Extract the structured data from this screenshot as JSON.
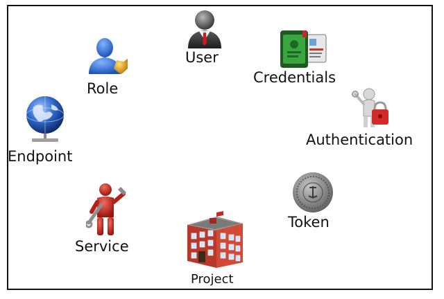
{
  "concepts": {
    "user": {
      "label": "User",
      "icon": "user-icon"
    },
    "role": {
      "label": "Role",
      "icon": "role-icon"
    },
    "credentials": {
      "label": "Credentials",
      "icon": "credentials-icon"
    },
    "authentication": {
      "label": "Authentication",
      "icon": "authentication-icon"
    },
    "endpoint": {
      "label": "Endpoint",
      "icon": "endpoint-icon"
    },
    "token": {
      "label": "Token",
      "icon": "token-icon"
    },
    "service": {
      "label": "Service",
      "icon": "service-icon"
    },
    "project": {
      "label": "Project",
      "icon": "project-icon"
    }
  },
  "colors": {
    "border": "#111111",
    "text": "#111111",
    "role_blue": "#2a6fd6",
    "badge_gold": "#e0a21a",
    "globe_blue": "#1f4fa8",
    "service_red": "#c7261e",
    "building_red": "#c43a2a",
    "lock_red": "#d42a2a",
    "card_green": "#2f9a3a",
    "token_gray": "#8a8a8a"
  }
}
